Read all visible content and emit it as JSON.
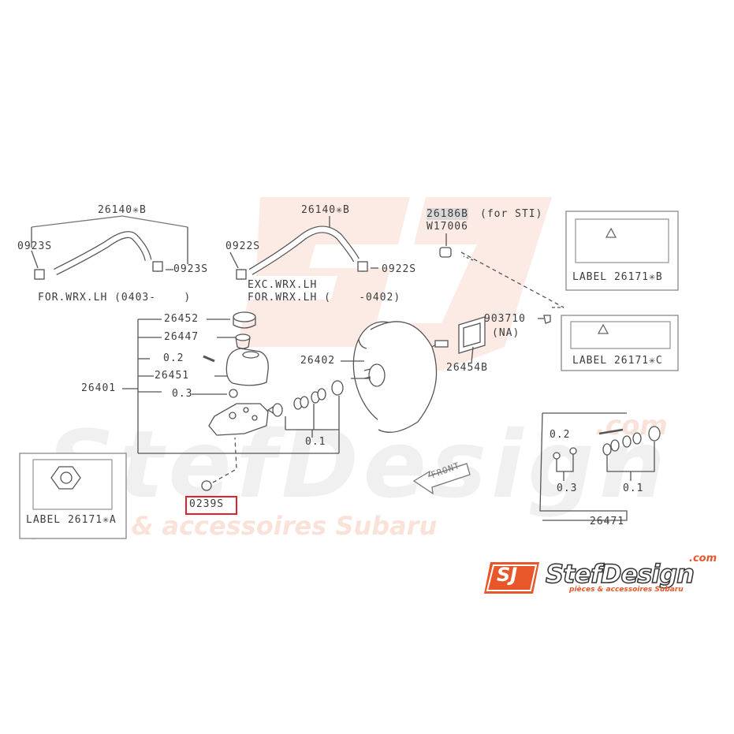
{
  "labels": {
    "hose_b_left": "26140✳B",
    "clamp_left_a": "0923S",
    "clamp_left_b": "0923S",
    "note_left": "FOR.WRX.LH (0403-    )",
    "hose_b_mid": "26140✳B",
    "clamp_mid_a": "0922S",
    "clamp_mid_b": "0922S",
    "note_mid_1": "EXC.WRX.LH",
    "note_mid_2": "FOR.WRX.LH (    -0402)",
    "check_valve": "26186B",
    "check_valve_note": "(for STI)",
    "clip": "W17006",
    "cap": "26452",
    "filter": "26447",
    "pin": "0.2",
    "reservoir": "26451",
    "seal": "0.3",
    "master_cyl": "26401",
    "booster": "26402",
    "piston_kit": "0.1",
    "gasket": "26454B",
    "fastener": "903710",
    "fastener_note": "(NA)",
    "plug": "0239S",
    "label_a": "LABEL 26171✳A",
    "label_b": "LABEL 26171✳B",
    "label_c": "LABEL 26171✳C",
    "kit_pin": "0.2",
    "kit_seal": "0.3",
    "kit_piston": "0.1",
    "repair_kit": "26471",
    "front": "FRONT"
  },
  "watermark": {
    "brand": "StefDesign",
    "tagline": "pièces & accessoires Subaru",
    "com": ".com"
  },
  "logo": {
    "mark": "SJ",
    "brand": "StefDesign",
    "com": ".com",
    "tagline": "pièces & accessoires Subaru"
  },
  "colors": {
    "highlight": "#e0202a",
    "logo_orange": "#e8572a",
    "line": "#555555"
  },
  "highlighted_part": "0239S"
}
